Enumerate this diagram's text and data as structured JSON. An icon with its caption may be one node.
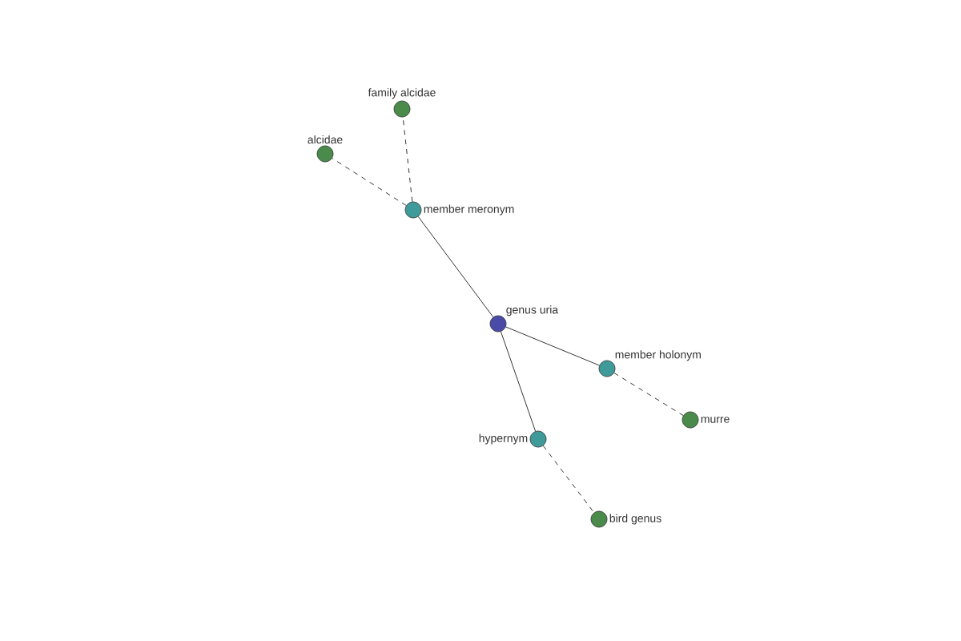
{
  "diagram": {
    "nodes": [
      {
        "text": [
          "genus uria"
        ]
      },
      {
        "text": [
          "member meronym"
        ]
      },
      {
        "text": [
          "family alcidae"
        ]
      },
      {
        "text": [
          "alcidae"
        ]
      },
      {
        "text": [
          "member holonym"
        ]
      },
      {
        "text": [
          "murre"
        ]
      },
      {
        "text": [
          "hypernym"
        ]
      },
      {
        "text": [
          "bird genus"
        ]
      }
    ],
    "edges": [
      {
        "from": 0,
        "to": 1,
        "arrow": "none"
      },
      {
        "from": 0,
        "to": 4,
        "arrow": "none"
      },
      {
        "from": 0,
        "to": 6,
        "arrow": "none"
      },
      {
        "from": 1,
        "to": 3,
        "arrow": "none",
        "style": "dashed"
      },
      {
        "from": 1,
        "to": 2,
        "arrow": "none",
        "style": "dashed"
      },
      {
        "from": 4,
        "to": 5,
        "arrow": "none",
        "style": "dashed"
      },
      {
        "from": 6,
        "to": 7,
        "arrow": "none",
        "style": "dashed"
      }
    ]
  }
}
